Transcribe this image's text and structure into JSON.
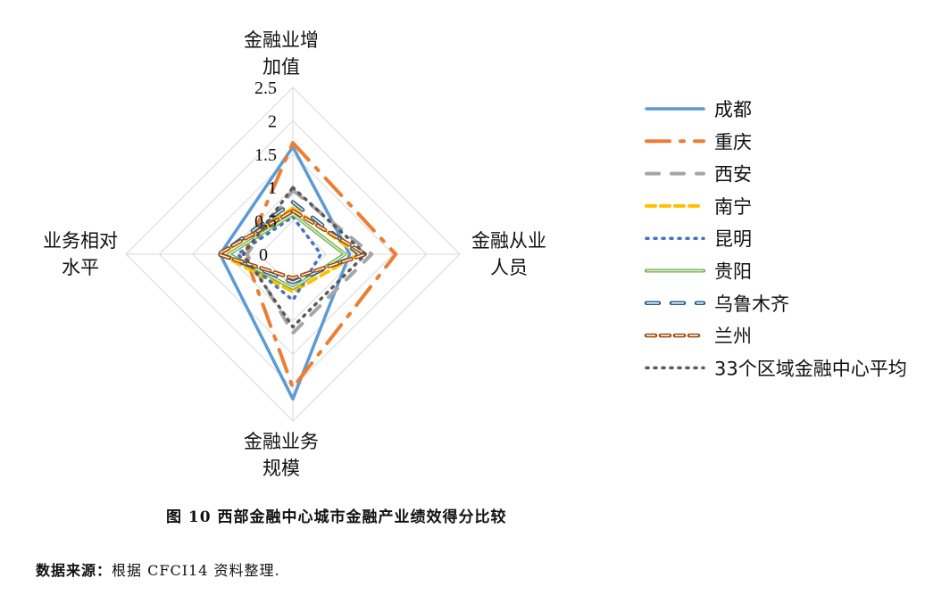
{
  "chart_data": {
    "type": "radar",
    "axes": [
      "金融业增加值",
      "金融从业人员",
      "金融业务规模",
      "业务相对水平"
    ],
    "axis_label_lines": [
      [
        "金融业增",
        "加值"
      ],
      [
        "金融从业",
        "人员"
      ],
      [
        "金融业务",
        "规模"
      ],
      [
        "业务相对",
        "水平"
      ]
    ],
    "rlim": [
      0,
      2.5
    ],
    "ticks": [
      "0",
      "0.5",
      "1",
      "1.5",
      "2",
      "2.5"
    ],
    "tick_values": [
      0,
      0.5,
      1,
      1.5,
      2,
      2.5
    ],
    "grid": true,
    "legend_position": "right",
    "series": [
      {
        "name": "成都",
        "values": [
          1.61,
          0.85,
          2.17,
          1.09
        ],
        "color": "#5b9bd5",
        "style": "solid"
      },
      {
        "name": "重庆",
        "values": [
          1.67,
          1.54,
          2.0,
          0.72
        ],
        "color": "#ed7d31",
        "style": "longdash"
      },
      {
        "name": "西安",
        "values": [
          0.96,
          1.18,
          1.18,
          0.69
        ],
        "color": "#a5a5a5",
        "style": "dash"
      },
      {
        "name": "南宁",
        "values": [
          0.69,
          0.98,
          0.56,
          1.09
        ],
        "color": "#ffc000",
        "style": "shortdash"
      },
      {
        "name": "昆明",
        "values": [
          0.56,
          0.42,
          0.69,
          0.83
        ],
        "color": "#4472c4",
        "style": "dot"
      },
      {
        "name": "贵阳",
        "values": [
          0.6,
          0.78,
          0.51,
          0.96
        ],
        "color": "#70ad47",
        "style": "double-solid"
      },
      {
        "name": "乌鲁木齐",
        "values": [
          0.78,
          1.0,
          0.42,
          1.09
        ],
        "color": "#255e91",
        "style": "double-dash"
      },
      {
        "name": "兰州",
        "values": [
          0.65,
          1.09,
          0.36,
          1.12
        ],
        "color": "#9e480e",
        "style": "double-shortdash"
      },
      {
        "name": "33个区域金融中心平均",
        "values": [
          1.0,
          1.09,
          1.09,
          0.74
        ],
        "color": "#595959",
        "style": "dot"
      }
    ]
  },
  "caption": "图 10  西部金融中心城市金融产业绩效得分比较",
  "source": {
    "label": "数据来源：",
    "text": "根据 CFCI14 资料整理."
  }
}
